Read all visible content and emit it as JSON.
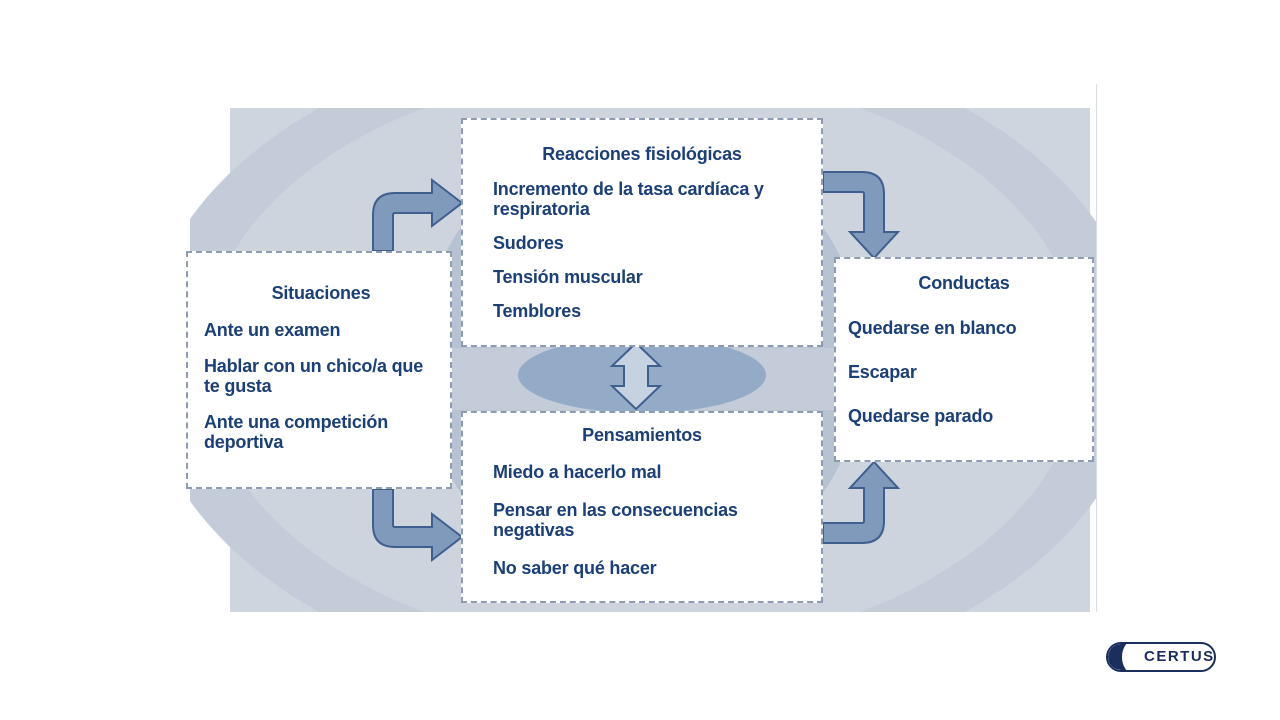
{
  "colors": {
    "box_border": "#8d9cb3",
    "text": "#1b3f78",
    "arrow_fill": "#7f9abb",
    "arrow_stroke": "#3f5f8f",
    "background_shape": "#c7cfda",
    "logo": "#1b2f5e"
  },
  "diagram": {
    "situaciones": {
      "title": "Situaciones",
      "items": [
        "Ante un examen",
        "Hablar con un chico/a que te gusta",
        "Ante una competición deportiva"
      ]
    },
    "reacciones": {
      "title": "Reacciones fisiológicas",
      "items": [
        "Incremento de la tasa cardíaca y respiratoria",
        "Sudores",
        "Tensión muscular",
        "Temblores"
      ]
    },
    "conductas": {
      "title": "Conductas",
      "items": [
        "Quedarse en blanco",
        "Escapar",
        "Quedarse parado"
      ]
    },
    "pensamientos": {
      "title": "Pensamientos",
      "items": [
        "Miedo a hacerlo mal",
        "Pensar en las consecuencias negativas",
        "No saber qué hacer"
      ]
    },
    "arrows": [
      {
        "name": "arrow-situaciones-to-reacciones",
        "icon": "bent-arrow-right-icon"
      },
      {
        "name": "arrow-situaciones-to-pensamientos",
        "icon": "bent-arrow-right-icon"
      },
      {
        "name": "arrow-reacciones-to-conductas",
        "icon": "bent-arrow-down-icon"
      },
      {
        "name": "arrow-pensamientos-to-conductas",
        "icon": "bent-arrow-up-icon"
      },
      {
        "name": "arrow-reacciones-pensamientos",
        "icon": "double-arrow-vertical-icon"
      }
    ]
  },
  "logo": {
    "text": "CERTUS"
  }
}
